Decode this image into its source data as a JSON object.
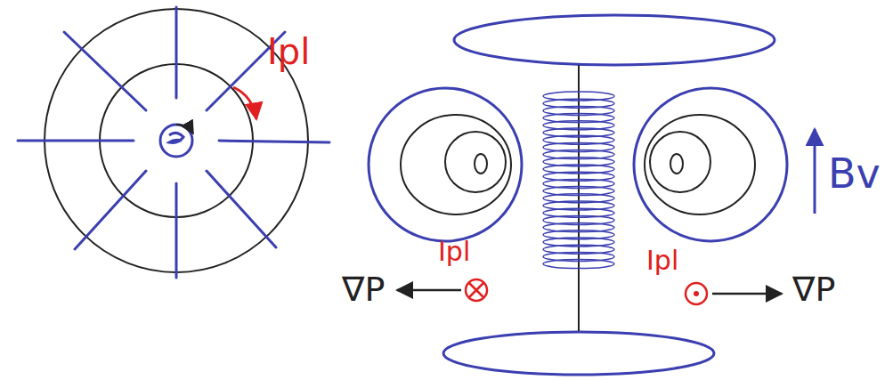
{
  "diagram": {
    "labels": [
      "Ipl",
      "Bv",
      "Ipl",
      "Ipl",
      "∇P",
      "∇P"
    ]
  }
}
